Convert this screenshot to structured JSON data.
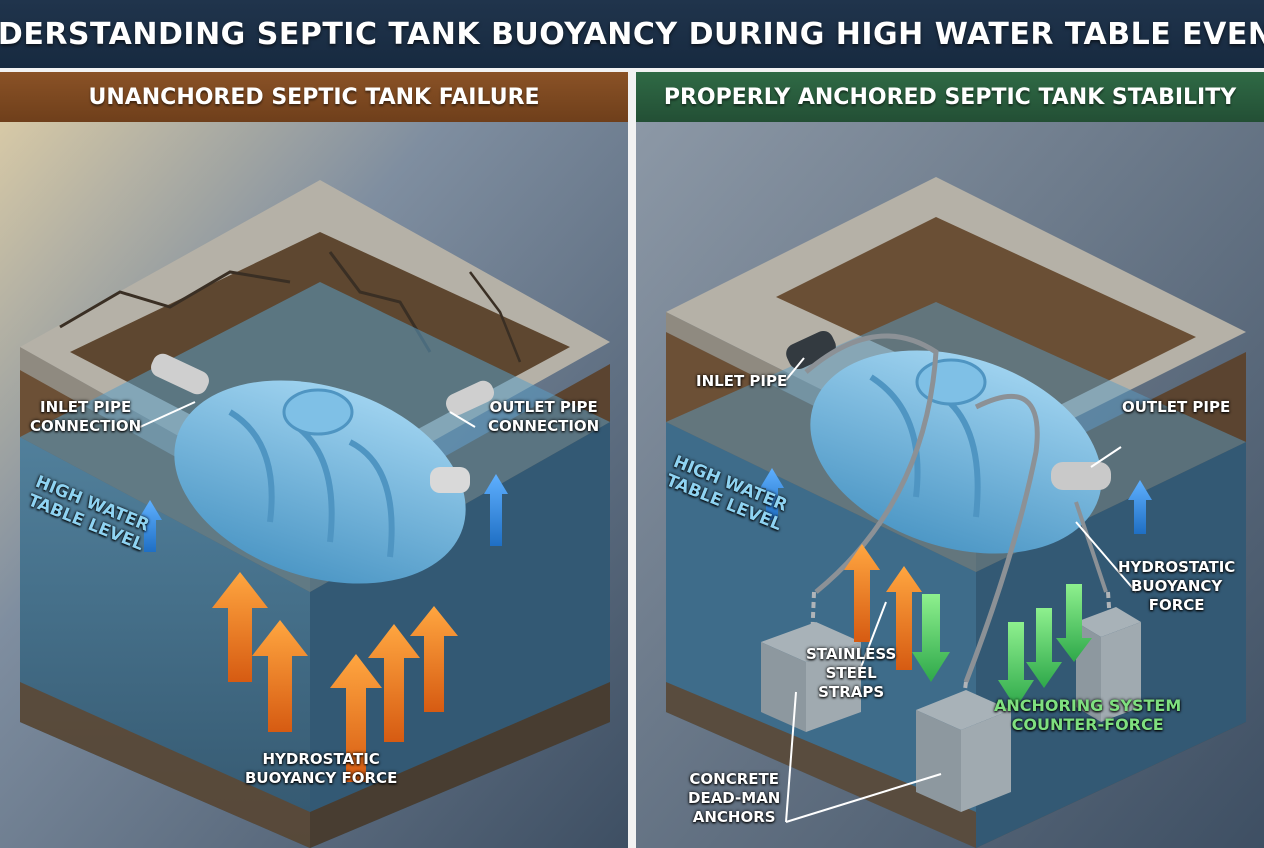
{
  "title": "UNDERSTANDING SEPTIC TANK BUOYANCY DURING HIGH WATER TABLE EVENTS",
  "left_panel": {
    "header": "UNANCHORED SEPTIC TANK FAILURE",
    "labels": {
      "inlet": [
        "INLET PIPE",
        "CONNECTION"
      ],
      "outlet": [
        "OUTLET PIPE",
        "CONNECTION"
      ],
      "water": [
        "HIGH WATER",
        "TABLE LEVEL"
      ],
      "force": [
        "HYDROSTATIC",
        "BUOYANCY FORCE"
      ]
    }
  },
  "right_panel": {
    "header": "PROPERLY ANCHORED SEPTIC TANK STABILITY",
    "labels": {
      "inlet": "INLET PIPE",
      "outlet": "OUTLET PIPE",
      "water": [
        "HIGH WATER",
        "TABLE LEVEL"
      ],
      "force": [
        "HYDROSTATIC",
        "BUOYANCY",
        "FORCE"
      ],
      "straps": [
        "STAINLESS",
        "STEEL",
        "STRAPS"
      ],
      "counter": [
        "ANCHORING SYSTEM",
        "COUNTER-FORCE"
      ],
      "anchors": [
        "CONCRETE",
        "DEAD-MAN",
        "ANCHORS"
      ]
    }
  },
  "colors": {
    "tank": "#6fb3dc",
    "water": "#3f7fa8",
    "soil": "#7a5a3a",
    "concrete": "#b9b6ae",
    "buoyancy_arrow": "#f08a24",
    "counter_arrow": "#5fc95f",
    "water_arrow": "#3d8fe0"
  }
}
